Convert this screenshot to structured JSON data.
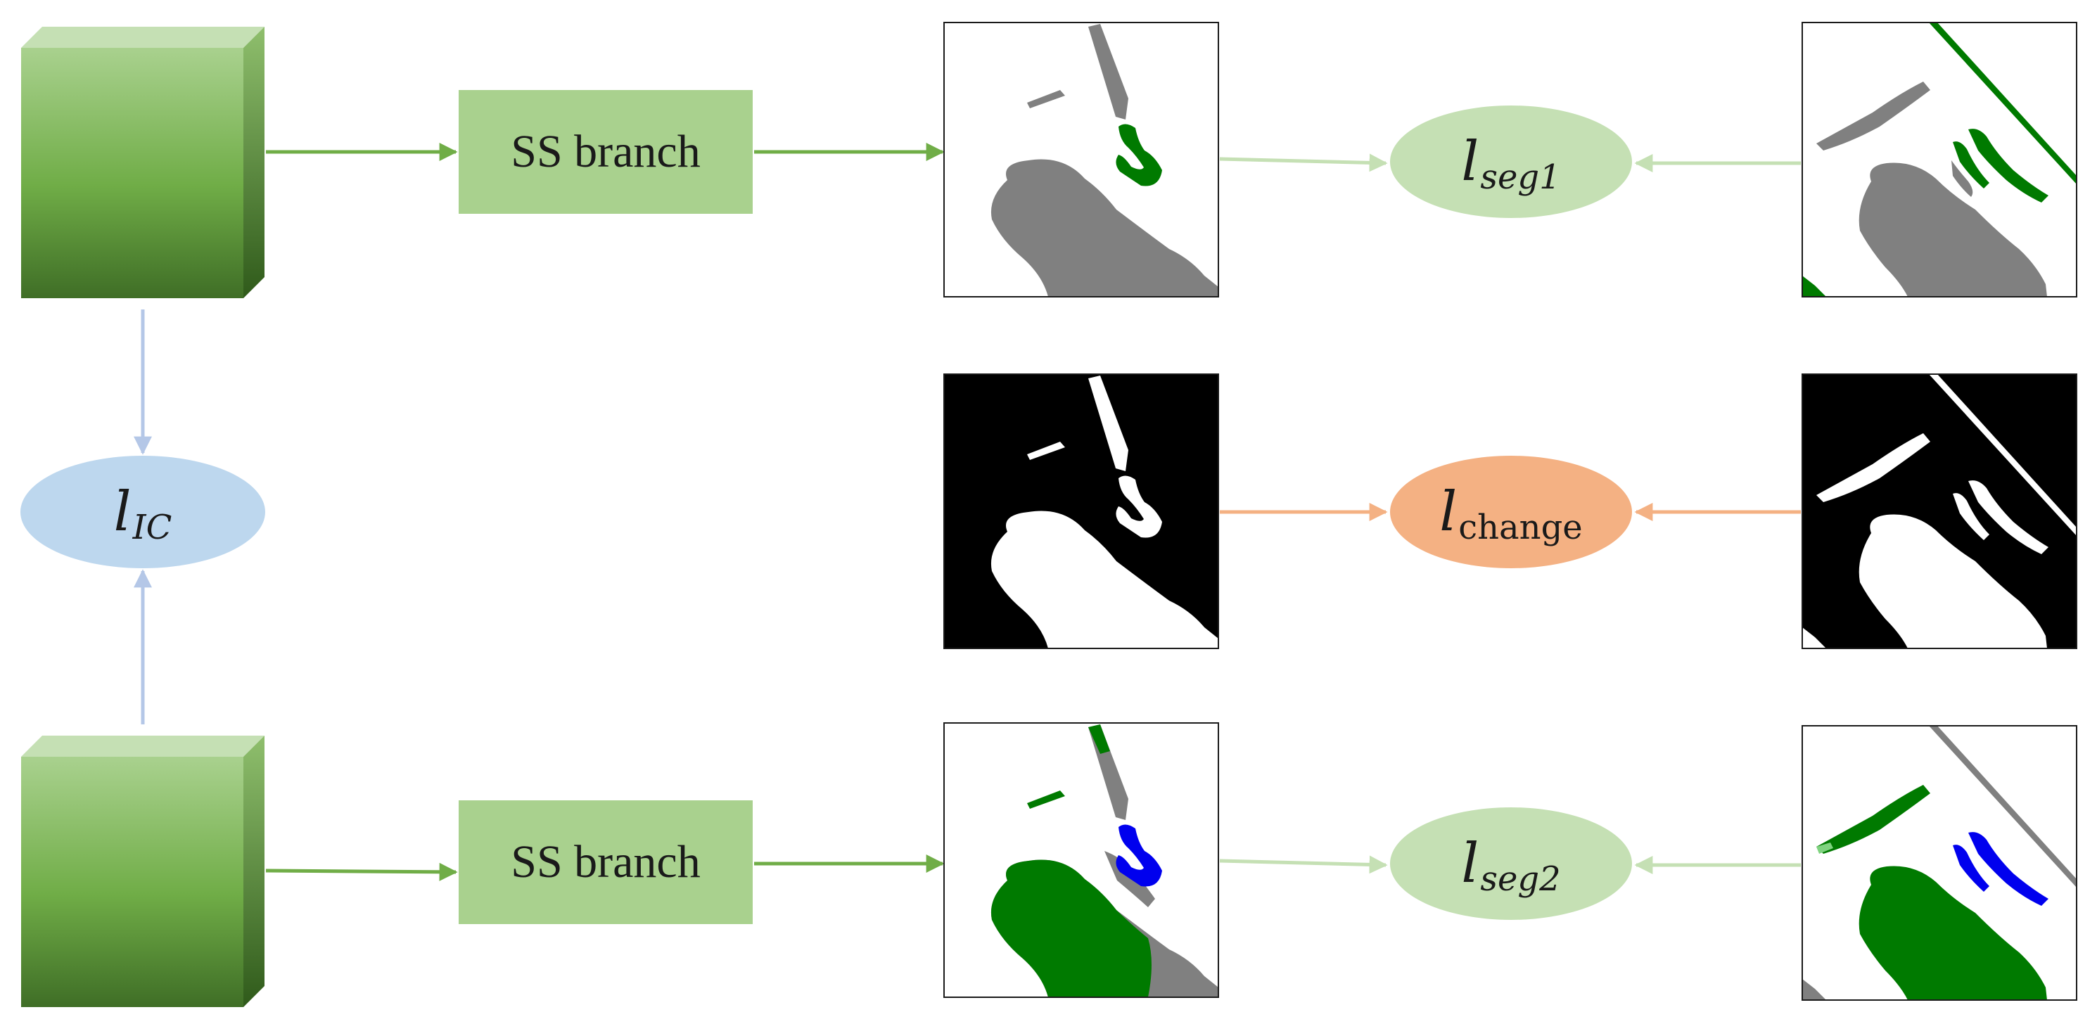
{
  "branches": {
    "top": {
      "label": "SS branch"
    },
    "bottom": {
      "label": "SS branch"
    }
  },
  "losses": {
    "seg1": {
      "base": "l",
      "sub": "seg1"
    },
    "change": {
      "base": "l",
      "sub": "change"
    },
    "seg2": {
      "base": "l",
      "sub": "seg2"
    },
    "ic": {
      "base": "l",
      "sub": "IC"
    }
  },
  "colors": {
    "feature_green": "#6aaa3e",
    "branch_fill": "#a9d18e",
    "seg_ellipse": "#c5e0b4",
    "change_ellipse": "#f4b183",
    "ic_ellipse": "#bdd7ee",
    "green_arrow": "#70ad47",
    "light_green_arrow": "#c5e0b4",
    "orange_arrow": "#f4b183",
    "blue_arrow": "#b4c7e7",
    "map_gray": "#808080",
    "map_green": "#007a00",
    "map_blue": "#0000ee"
  }
}
